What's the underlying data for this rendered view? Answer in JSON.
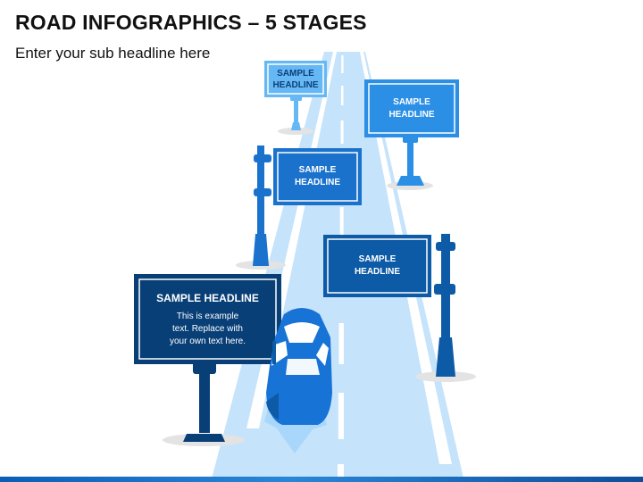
{
  "slide": {
    "title": "ROAD INFOGRAPHICS – 5 STAGES",
    "subtitle": "Enter your sub headline here"
  },
  "signs": [
    {
      "line1": "SAMPLE",
      "line2": "HEADLINE"
    },
    {
      "line1": "SAMPLE",
      "line2": "HEADLINE"
    },
    {
      "line1": "SAMPLE",
      "line2": "HEADLINE"
    },
    {
      "line1": "SAMPLE",
      "line2": "HEADLINE"
    },
    {
      "headline": "SAMPLE HEADLINE",
      "body_line1": "This is example",
      "body_line2": "text. Replace with",
      "body_line3": "your own text here."
    }
  ],
  "colors": {
    "road": "#c5e3fb",
    "road_marking": "#ffffff",
    "sign_1": "#66b8f5",
    "sign_2": "#2b8fe6",
    "sign_3": "#1a72cd",
    "sign_4": "#0d5aa6",
    "sign_5": "#083f77",
    "car": "#1773d6",
    "shadow": "#e3e3e3"
  },
  "icons": [
    "car-icon",
    "road-sign-icon",
    "signpost-icon"
  ]
}
